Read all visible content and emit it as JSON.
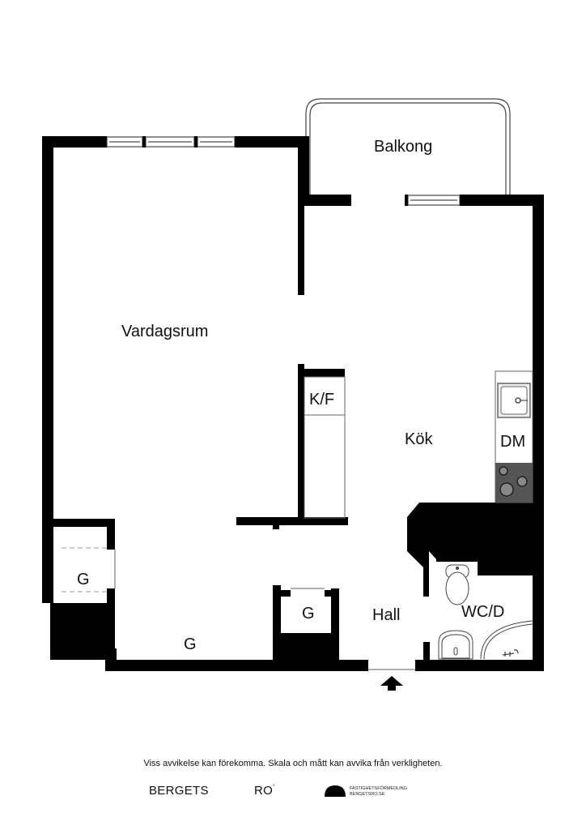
{
  "rooms": {
    "vardagsrum": "Vardagsrum",
    "balkong": "Balkong",
    "kok": "Kök",
    "kf": "K/F",
    "dm": "DM",
    "hall": "Hall",
    "wcd": "WC/D",
    "g_left": "G",
    "g_bottom": "G",
    "g_center": "G"
  },
  "entrance": {
    "icon": "arrow-up-icon"
  },
  "footer": {
    "disclaimer": "Viss avvikelse kan förekomma. Skala och mått kan avvika från verkligheten.",
    "brand_left": "BERGETS",
    "brand_right": "RO",
    "brand_mark": "˚",
    "tagline_1": "FASTIGHETSFÖRMEDLING",
    "tagline_2": "BERGETSRO.SE"
  },
  "colors": {
    "wall": "#000000",
    "stove": "#555555",
    "fixture": "#777777",
    "dashed": "#999999"
  }
}
